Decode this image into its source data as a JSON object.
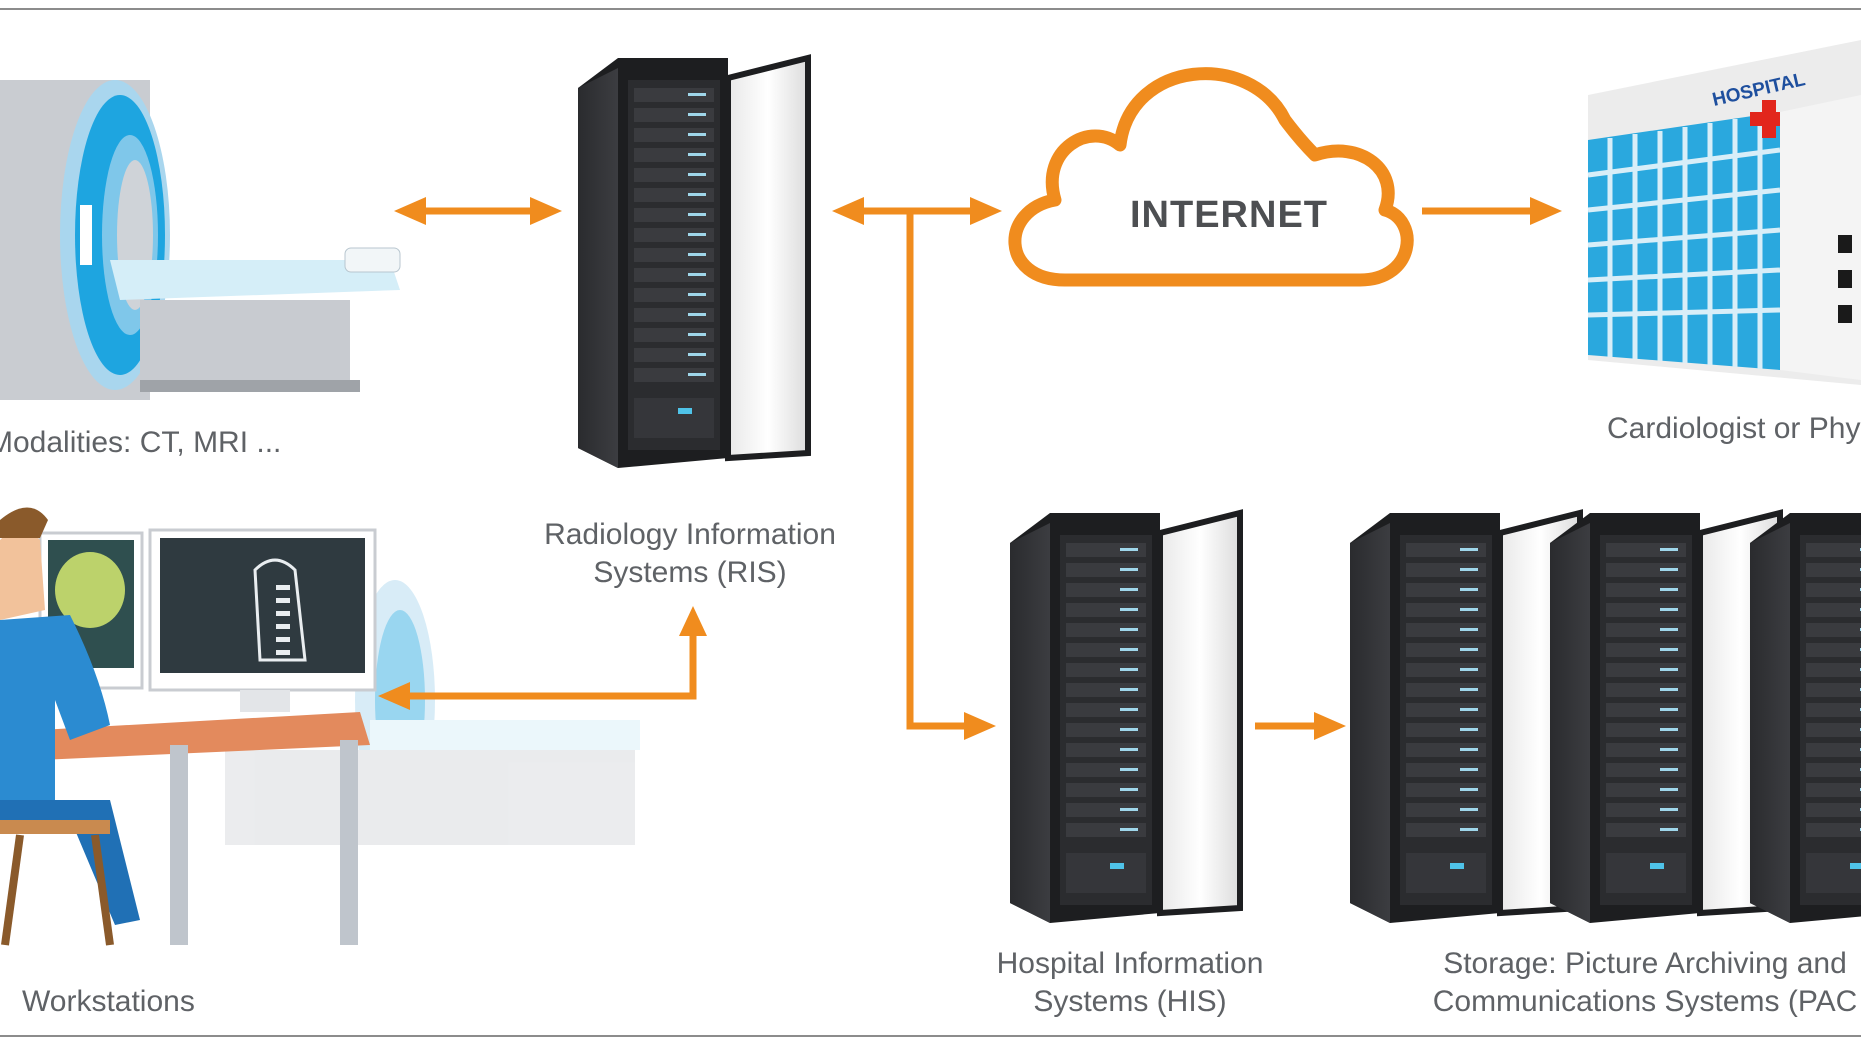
{
  "nodes": {
    "modalities": "Modalities: CT, MRI ...",
    "ris_line1": "Radiology Information",
    "ris_line2": "Systems (RIS)",
    "internet": "INTERNET",
    "hospital_sign": "HOSPITAL",
    "cardiologist": "Cardiologist or Phy",
    "workstations": "Workstations",
    "his_line1": "Hospital Information",
    "his_line2": "Systems (HIS)",
    "pacs_line1": "Storage: Picture Archiving and",
    "pacs_line2": "Communications Systems (PAC"
  },
  "colors": {
    "arrow": "#F08C1E",
    "text": "#5f6266",
    "rule": "#8c8c8c"
  }
}
